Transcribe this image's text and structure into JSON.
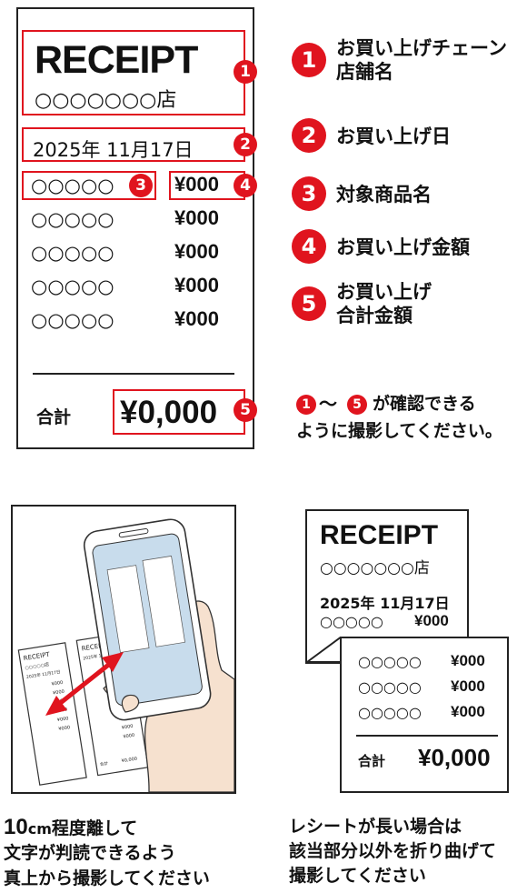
{
  "receipt": {
    "title": "RECEIPT",
    "store": "○○○○○○○店",
    "date": "2025年 11月17日",
    "items": [
      {
        "name": "○○○○○",
        "price": "¥000"
      },
      {
        "name": "○○○○○",
        "price": "¥000"
      },
      {
        "name": "○○○○○",
        "price": "¥000"
      },
      {
        "name": "○○○○○",
        "price": "¥000"
      },
      {
        "name": "○○○○○",
        "price": "¥000"
      }
    ],
    "total_label": "合計",
    "total_value": "¥0,000"
  },
  "badges": [
    "1",
    "2",
    "3",
    "4",
    "5"
  ],
  "legend": [
    {
      "num": "1",
      "text": "お買い上げチェーン\n店舗名"
    },
    {
      "num": "2",
      "text": "お買い上げ日"
    },
    {
      "num": "3",
      "text": "対象商品名"
    },
    {
      "num": "4",
      "text": "お買い上げ金額"
    },
    {
      "num": "5",
      "text": "お買い上げ\n合計金額"
    }
  ],
  "note": {
    "from": "1",
    "tilde": "〜",
    "to": "5",
    "line1": "が確認できる",
    "line2": "ように撮影してください。"
  },
  "photo_receipt": {
    "title": "RECEIPT",
    "store": "○○○○○店",
    "date": "2025年 11月17日",
    "prices": [
      "¥000",
      "¥000",
      "¥000",
      "¥000",
      "¥000",
      "¥000",
      "¥000",
      "¥000",
      "¥000"
    ],
    "total": "¥0,000",
    "total_label": "合計"
  },
  "caption_left": {
    "big": "10",
    "unit": "cm",
    "rest": "程度離して",
    "line2": "文字が判読できるよう",
    "line3": "真上から撮影してください"
  },
  "folded": {
    "title": "RECEIPT",
    "store": "○○○○○○○店",
    "date": "2025年 11月17日",
    "items": [
      {
        "name": "○○○○○",
        "price": "¥000"
      },
      {
        "name": "○○○○○",
        "price": "¥000"
      },
      {
        "name": "○○○○○",
        "price": "¥000"
      },
      {
        "name": "○○○○○",
        "price": "¥000"
      }
    ],
    "total_label": "合計",
    "total_value": "¥0,000"
  },
  "caption_right": "レシートが長い場合は\n該当部分以外を折り曲げて\n撮影してください",
  "colors": {
    "accent": "#e0141e",
    "phone_screen": "#c8dcec",
    "hand": "#f6e1cf",
    "text": "#111111"
  }
}
